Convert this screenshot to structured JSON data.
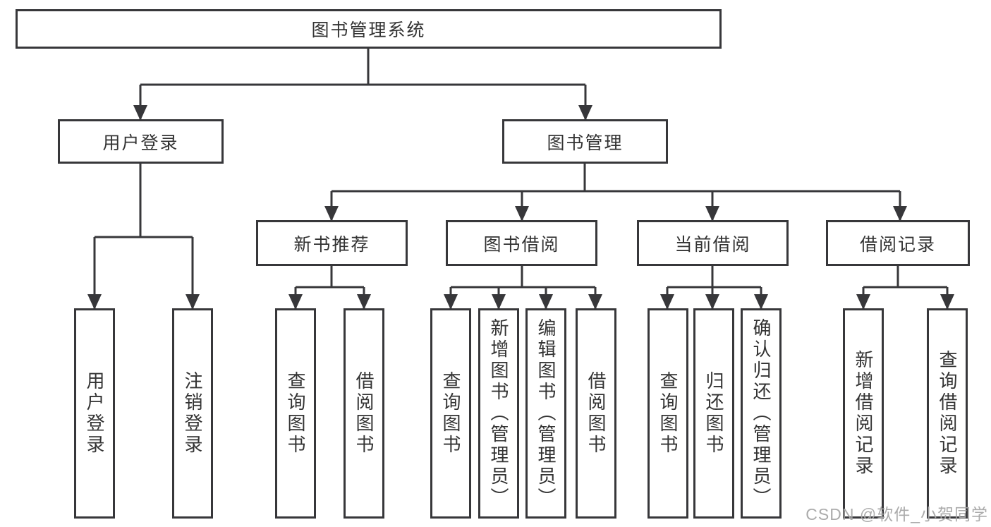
{
  "diagram_title": "图书管理系统",
  "nodes": {
    "root": "图书管理系统",
    "user_login": "用户登录",
    "book_mgmt": "图书管理",
    "new_book_rec": "新书推荐",
    "book_borrow": "图书借阅",
    "current_borrow": "当前借阅",
    "borrow_record": "借阅记录",
    "ul_login": "用户登录",
    "ul_logout": "注销登录",
    "nb_query": "查询图书",
    "nb_borrow": "借阅图书",
    "bb_query": "查询图书",
    "bb_add": "新增图书（管理员）",
    "bb_edit": "编辑图书（管理员）",
    "bb_borrow": "借阅图书",
    "cb_query": "查询图书",
    "cb_return": "归还图书",
    "cb_confirm": "确认归还（管理员）",
    "br_add": "新增借阅记录",
    "br_query": "查询借阅记录"
  },
  "hierarchy": {
    "用户登录": [
      "用户登录",
      "注销登录"
    ],
    "图书管理": {
      "新书推荐": [
        "查询图书",
        "借阅图书"
      ],
      "图书借阅": [
        "查询图书",
        "新增图书（管理员）",
        "编辑图书（管理员）",
        "借阅图书"
      ],
      "当前借阅": [
        "查询图书",
        "归还图书",
        "确认归还（管理员）"
      ],
      "借阅记录": [
        "新增借阅记录",
        "查询借阅记录"
      ]
    }
  },
  "watermark": "CSDN @软件_小贺同学",
  "colors": {
    "line": "#37373a",
    "box_border": "#37373a",
    "box_fill": "#ffffff",
    "text": "#333333",
    "watermark": "#a6a6a6",
    "background": "#ffffff"
  }
}
